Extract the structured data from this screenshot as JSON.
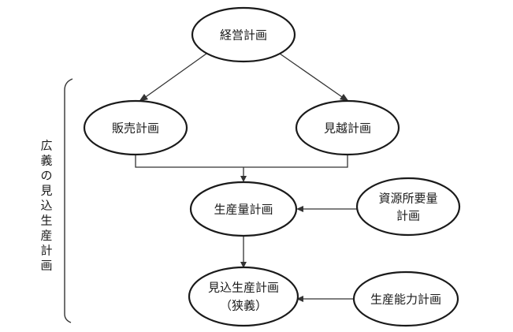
{
  "diagram": {
    "nodes": {
      "management_plan": {
        "label": "経営計画"
      },
      "sales_plan": {
        "label": "販売計画"
      },
      "forecast_plan": {
        "label": "見越計画"
      },
      "production_volume_plan": {
        "label": "生産量計画"
      },
      "resource_requirements_plan": {
        "line1": "資源所要量",
        "line2": "計画"
      },
      "projected_production_plan": {
        "line1": "見込生産計画",
        "line2": "（狭義）"
      },
      "production_capacity_plan": {
        "label": "生産能力計画"
      }
    },
    "side_label": {
      "chars": [
        "広",
        "義",
        "の",
        "見",
        "込",
        "生",
        "産",
        "計",
        "画"
      ]
    }
  }
}
